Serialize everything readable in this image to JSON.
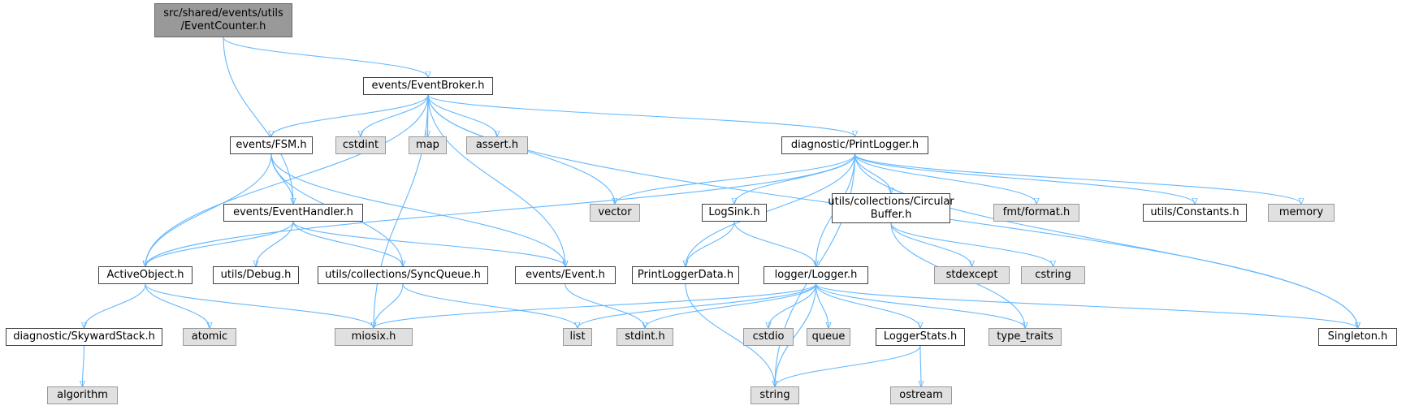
{
  "colors": {
    "edge": "#63b8ff",
    "node_border": "#404040",
    "external_fill": "#e0e0e0",
    "root_fill": "#999999"
  },
  "nodes": [
    {
      "id": "root",
      "label": "src/shared/events/utils\n/EventCounter.h",
      "kind": "root"
    },
    {
      "id": "broker",
      "label": "events/EventBroker.h",
      "kind": "file"
    },
    {
      "id": "fsm",
      "label": "events/FSM.h",
      "kind": "file"
    },
    {
      "id": "cstdint",
      "label": "cstdint",
      "kind": "ext"
    },
    {
      "id": "map",
      "label": "map",
      "kind": "ext"
    },
    {
      "id": "assert",
      "label": "assert.h",
      "kind": "ext"
    },
    {
      "id": "printlogger",
      "label": "diagnostic/PrintLogger.h",
      "kind": "file"
    },
    {
      "id": "handler",
      "label": "events/EventHandler.h",
      "kind": "file"
    },
    {
      "id": "vector",
      "label": "vector",
      "kind": "ext"
    },
    {
      "id": "logsink",
      "label": "LogSink.h",
      "kind": "file"
    },
    {
      "id": "circbuf",
      "label": "utils/collections/Circular\nBuffer.h",
      "kind": "file"
    },
    {
      "id": "fmt",
      "label": "fmt/format.h",
      "kind": "ext"
    },
    {
      "id": "constants",
      "label": "utils/Constants.h",
      "kind": "file"
    },
    {
      "id": "memory",
      "label": "memory",
      "kind": "ext"
    },
    {
      "id": "activeobj",
      "label": "ActiveObject.h",
      "kind": "file"
    },
    {
      "id": "debug",
      "label": "utils/Debug.h",
      "kind": "file"
    },
    {
      "id": "syncqueue",
      "label": "utils/collections/SyncQueue.h",
      "kind": "file"
    },
    {
      "id": "event",
      "label": "events/Event.h",
      "kind": "file"
    },
    {
      "id": "pld",
      "label": "PrintLoggerData.h",
      "kind": "file"
    },
    {
      "id": "logger",
      "label": "logger/Logger.h",
      "kind": "file"
    },
    {
      "id": "stdexcept",
      "label": "stdexcept",
      "kind": "ext"
    },
    {
      "id": "cstring",
      "label": "cstring",
      "kind": "ext"
    },
    {
      "id": "skyward",
      "label": "diagnostic/SkywardStack.h",
      "kind": "file"
    },
    {
      "id": "atomic",
      "label": "atomic",
      "kind": "ext"
    },
    {
      "id": "miosix",
      "label": "miosix.h",
      "kind": "ext"
    },
    {
      "id": "list",
      "label": "list",
      "kind": "ext"
    },
    {
      "id": "stdint",
      "label": "stdint.h",
      "kind": "ext"
    },
    {
      "id": "cstdio",
      "label": "cstdio",
      "kind": "ext"
    },
    {
      "id": "queue",
      "label": "queue",
      "kind": "ext"
    },
    {
      "id": "loggerstats",
      "label": "LoggerStats.h",
      "kind": "file"
    },
    {
      "id": "typetraits",
      "label": "type_traits",
      "kind": "ext"
    },
    {
      "id": "singleton",
      "label": "Singleton.h",
      "kind": "file"
    },
    {
      "id": "algorithm",
      "label": "algorithm",
      "kind": "ext"
    },
    {
      "id": "string",
      "label": "string",
      "kind": "ext"
    },
    {
      "id": "ostream",
      "label": "ostream",
      "kind": "ext"
    }
  ],
  "edges": [
    [
      "root",
      "broker"
    ],
    [
      "root",
      "handler"
    ],
    [
      "broker",
      "fsm"
    ],
    [
      "broker",
      "cstdint"
    ],
    [
      "broker",
      "map"
    ],
    [
      "broker",
      "assert"
    ],
    [
      "broker",
      "printlogger"
    ],
    [
      "broker",
      "vector"
    ],
    [
      "broker",
      "activeobj"
    ],
    [
      "broker",
      "event"
    ],
    [
      "broker",
      "singleton"
    ],
    [
      "broker",
      "miosix"
    ],
    [
      "fsm",
      "handler"
    ],
    [
      "fsm",
      "activeobj"
    ],
    [
      "fsm",
      "syncqueue"
    ],
    [
      "fsm",
      "event"
    ],
    [
      "printlogger",
      "vector"
    ],
    [
      "printlogger",
      "logsink"
    ],
    [
      "printlogger",
      "circbuf"
    ],
    [
      "printlogger",
      "fmt"
    ],
    [
      "printlogger",
      "constants"
    ],
    [
      "printlogger",
      "memory"
    ],
    [
      "printlogger",
      "logger"
    ],
    [
      "printlogger",
      "pld"
    ],
    [
      "printlogger",
      "activeobj"
    ],
    [
      "printlogger",
      "singleton"
    ],
    [
      "printlogger",
      "string"
    ],
    [
      "handler",
      "activeobj"
    ],
    [
      "handler",
      "debug"
    ],
    [
      "handler",
      "syncqueue"
    ],
    [
      "handler",
      "event"
    ],
    [
      "logsink",
      "pld"
    ],
    [
      "logsink",
      "logger"
    ],
    [
      "circbuf",
      "stdexcept"
    ],
    [
      "circbuf",
      "cstring"
    ],
    [
      "circbuf",
      "typetraits"
    ],
    [
      "activeobj",
      "skyward"
    ],
    [
      "activeobj",
      "atomic"
    ],
    [
      "activeobj",
      "miosix"
    ],
    [
      "syncqueue",
      "miosix"
    ],
    [
      "syncqueue",
      "list"
    ],
    [
      "event",
      "stdint"
    ],
    [
      "pld",
      "string"
    ],
    [
      "logger",
      "miosix"
    ],
    [
      "logger",
      "list"
    ],
    [
      "logger",
      "stdint"
    ],
    [
      "logger",
      "cstdio"
    ],
    [
      "logger",
      "queue"
    ],
    [
      "logger",
      "loggerstats"
    ],
    [
      "logger",
      "typetraits"
    ],
    [
      "logger",
      "singleton"
    ],
    [
      "logger",
      "string"
    ],
    [
      "skyward",
      "algorithm"
    ],
    [
      "loggerstats",
      "string"
    ],
    [
      "loggerstats",
      "ostream"
    ]
  ]
}
